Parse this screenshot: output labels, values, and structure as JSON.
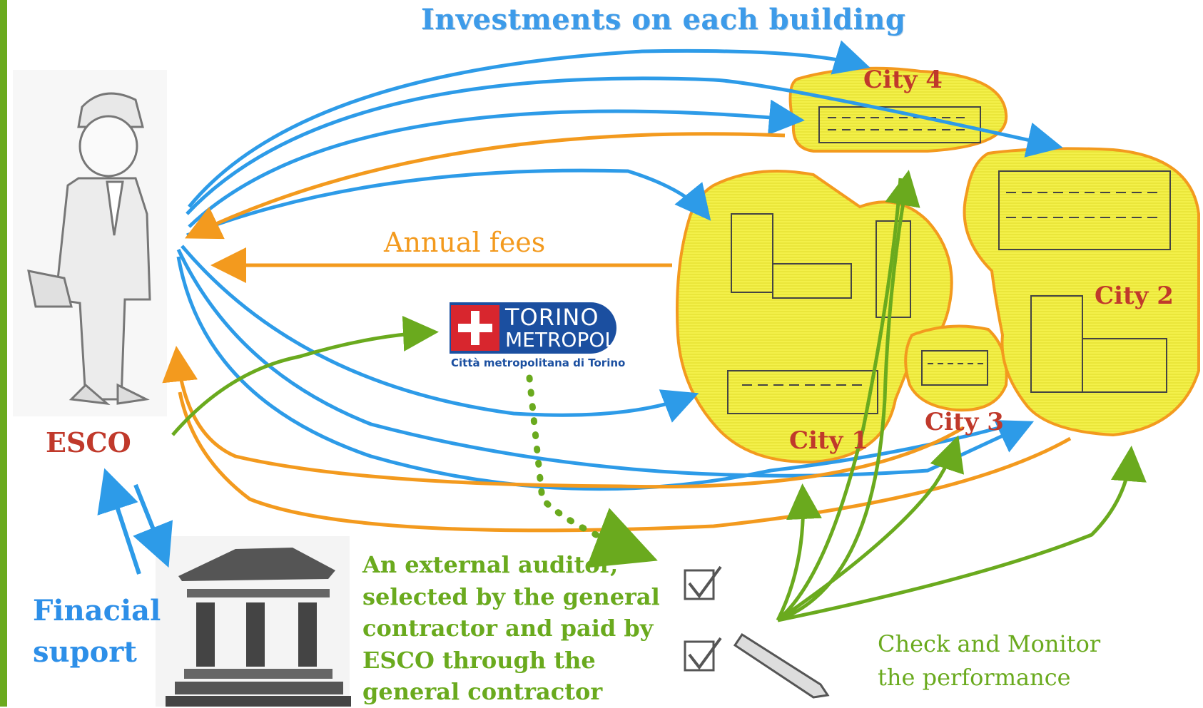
{
  "title": "Investments on each building",
  "labels": {
    "esco": "ESCO",
    "annual_fees": "Annual fees",
    "financial_line1": "Finacial",
    "financial_line2": "suport",
    "auditor_lines": [
      "An external auditor,",
      "selected by the general",
      "contractor and paid by",
      "ESCO through the",
      "general contractor"
    ],
    "check_line1": "Check and Monitor",
    "check_line2": "the performance"
  },
  "cities": [
    "City 1",
    "City 2",
    "City 3",
    "City 4"
  ],
  "logo": {
    "line1": "TORINO",
    "line2": "METROPOLI",
    "subtitle": "Città metropolitana di Torino"
  },
  "colors": {
    "blue": "#2d9be8",
    "orange": "#f39a1e",
    "green": "#6aaa1e",
    "city_fill": "#f3f04a",
    "city_border": "#f39a1e",
    "city_text": "#c0392b"
  },
  "icons": [
    "engineer-figure-icon",
    "bank-icon",
    "checklist-icon",
    "building-icon"
  ]
}
